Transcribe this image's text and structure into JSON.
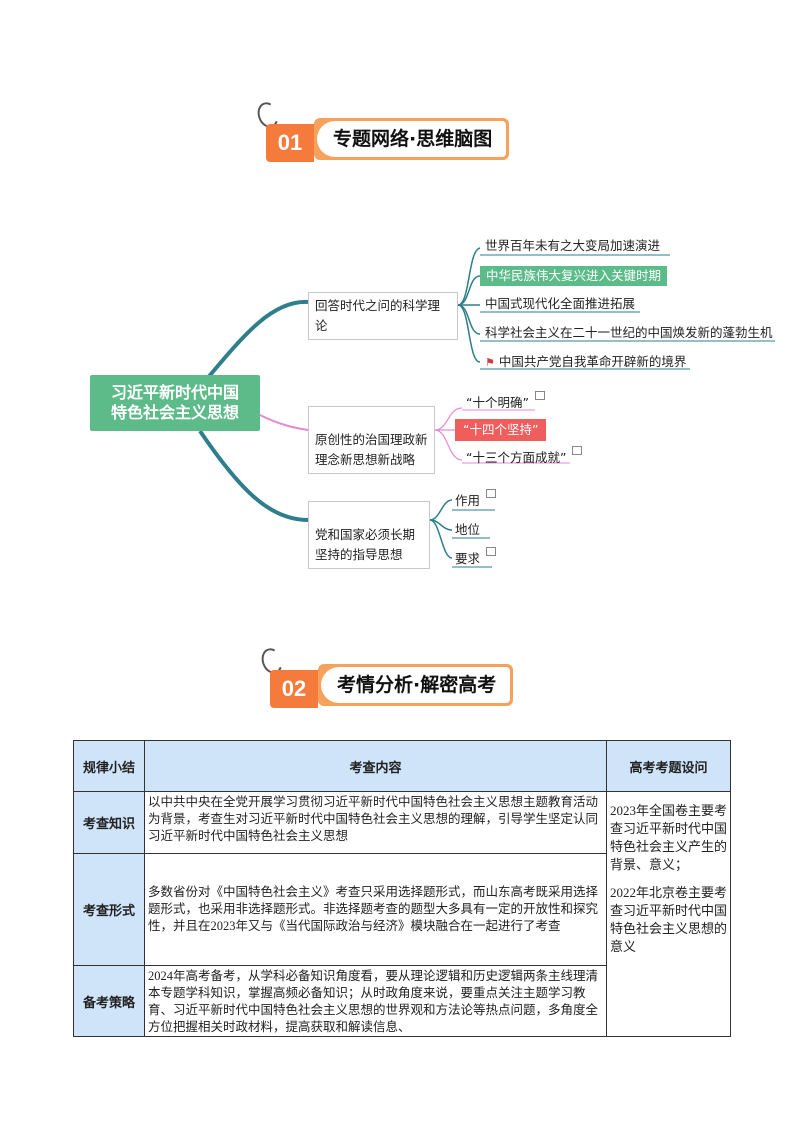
{
  "section1": {
    "number": "01",
    "title": "专题网络·思维脑图"
  },
  "section2": {
    "number": "02",
    "title": "考情分析·解密高考"
  },
  "mindmap": {
    "root": "习近平新时代中国\n特色社会主义思想",
    "branches": [
      {
        "label": "回答时代之问的科学理论",
        "children": [
          "世界百年未有之大变局加速演进",
          "中华民族伟大复兴进入关键时期",
          "中国式现代化全面推进拓展",
          "科学社会主义在二十一世纪的中国焕发新的蓬勃生机",
          "中国共产党自我革命开辟新的境界"
        ]
      },
      {
        "label": "原创性的治国理政新\n理念新思想新战略",
        "children": [
          "“十个明确”",
          "“十四个坚持”",
          "“十三个方面成就”"
        ]
      },
      {
        "label": "党和国家必须长期\n坚持的指导思想",
        "children": [
          "作用",
          "地位",
          "要求"
        ]
      }
    ]
  },
  "table": {
    "headers": [
      "规律小结",
      "考查内容",
      "高考考题设问"
    ],
    "rows": [
      {
        "label": "考查知识",
        "content": "以中共中央在全党开展学习贯彻习近平新时代中国特色社会主义思想主题教育活动为背景，考查生对习近平新时代中国特色社会主义思想的理解，引导学生坚定认同习近平新时代中国特色社会主义思想"
      },
      {
        "label": "考查形式",
        "content": "多数省份对《中国特色社会主义》考查只采用选择题形式，而山东高考既采用选择题形式，也采用非选择题形式。非选择题考查的题型大多具有一定的开放性和探究性，并且在2023年又与《当代国际政治与经济》模块融合在一起进行了考查"
      },
      {
        "label": "备考策略",
        "content": "2024年高考备考，从学科必备知识角度看，要从理论逻辑和历史逻辑两条主线理清本专题学科知识，掌握高频必备知识；从时政角度来说，要重点关注主题学习教育、习近平新时代中国特色社会主义思想的世界观和方法论等热点问题，多角度全方位把握相关时政材料，提高获取和解读信息、"
      }
    ],
    "side_paragraphs": [
      "2023年全国卷主要考查习近平新时代中国特色社会主义产生的背景、意义；",
      "2022年北京卷主要考查习近平新时代中国特色社会主义思想的意义"
    ]
  },
  "colors": {
    "accent_orange": "#f47b3c",
    "mindmap_green": "#5dbb8a",
    "mindmap_red": "#ef5d5d",
    "table_header": "#cfe4f8"
  }
}
